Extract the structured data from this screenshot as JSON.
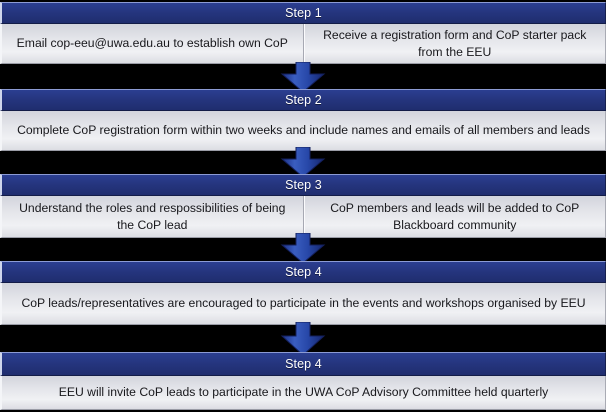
{
  "diagram": {
    "title": "CoP establishment process flowchart",
    "colors": {
      "header_blue": "#25357e",
      "header_highlight": "#8c9bd4",
      "arrow_blue": "#2f54b0",
      "body_gray": "#e4e5ea",
      "background": "#000000",
      "text_dark": "#18181c",
      "text_light": "#ffffff"
    },
    "steps": [
      {
        "header": "Step 1",
        "cells": [
          "Email cop-eeu@uwa.edu.au to establish own CoP",
          "Receive a registration form and CoP starter pack from the EEU"
        ]
      },
      {
        "header": "Step 2",
        "cells": [
          "Complete CoP registration form within two weeks and include names and emails of all members and leads"
        ]
      },
      {
        "header": "Step 3",
        "cells": [
          "Understand the roles and respossibilities of being the CoP lead",
          "CoP members and leads will be added to CoP Blackboard community"
        ]
      },
      {
        "header": "Step 4",
        "cells": [
          "CoP leads/representatives are encouraged to participate in the events and workshops organised by EEU"
        ]
      },
      {
        "header": "Step 4",
        "cells": [
          "EEU will invite CoP leads to participate in the UWA CoP Advisory Committee held quarterly"
        ]
      }
    ],
    "connectors": [
      {
        "name": "arrow-step1-to-step2",
        "direction": "down"
      },
      {
        "name": "arrow-step2-to-step3",
        "direction": "down"
      },
      {
        "name": "arrow-step3-to-step4",
        "direction": "down"
      },
      {
        "name": "arrow-step4-to-step5",
        "direction": "down"
      }
    ]
  }
}
